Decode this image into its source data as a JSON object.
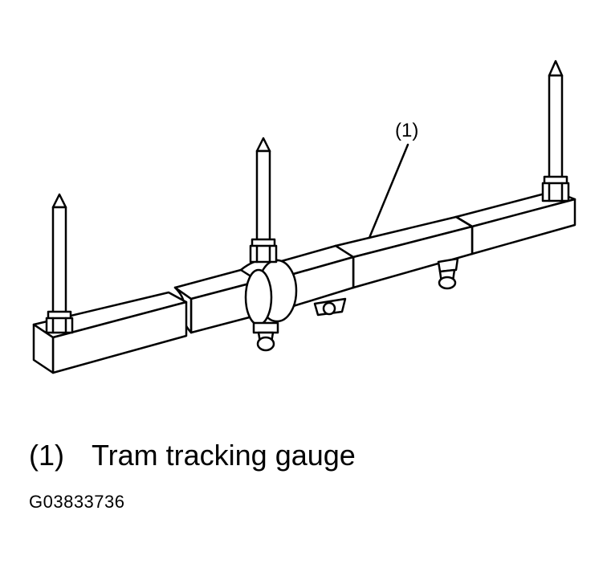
{
  "diagram": {
    "callout": "(1)",
    "legend": {
      "number": "(1)",
      "label": "Tram tracking gauge"
    },
    "figure_code": "G03833736"
  }
}
